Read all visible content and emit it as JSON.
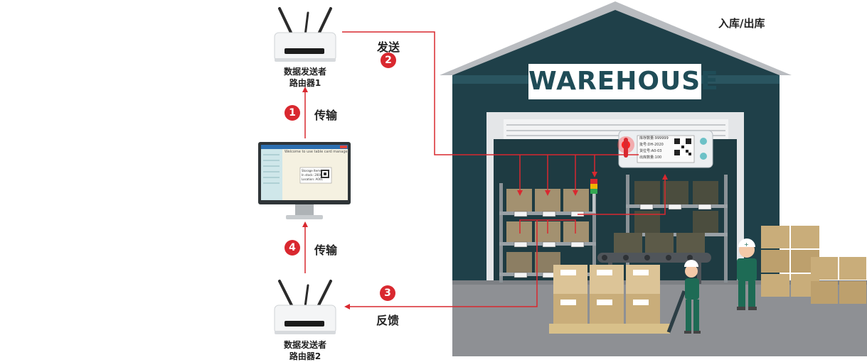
{
  "routers": {
    "sender": {
      "title": "数据发送者",
      "name": "路由器1"
    },
    "receiver": {
      "title": "数据发送者",
      "name": "路由器2"
    }
  },
  "steps": [
    {
      "number": "1",
      "label": "传输"
    },
    {
      "number": "2",
      "label": "发送"
    },
    {
      "number": "3",
      "label": "反馈"
    },
    {
      "number": "4",
      "label": "传输"
    }
  ],
  "warehouse": {
    "sign": "WAREHOUSE",
    "caption": "入库/出库"
  },
  "monitor": {
    "screen_title": "Welcome to use table card management system",
    "tag_lines": [
      "Storage Items",
      "In stock: 2000",
      "Location: A001"
    ]
  },
  "esl_tag": {
    "lines": [
      "库存数量:999999",
      "批号:DH-2020",
      "货位号:A0-03",
      "出库数量:100"
    ]
  },
  "colors": {
    "arrow": "#d9282f",
    "building": "#1f4049",
    "roof": "#b9bcc0",
    "floor": "#8e9094",
    "box": "#c9ad7a"
  }
}
